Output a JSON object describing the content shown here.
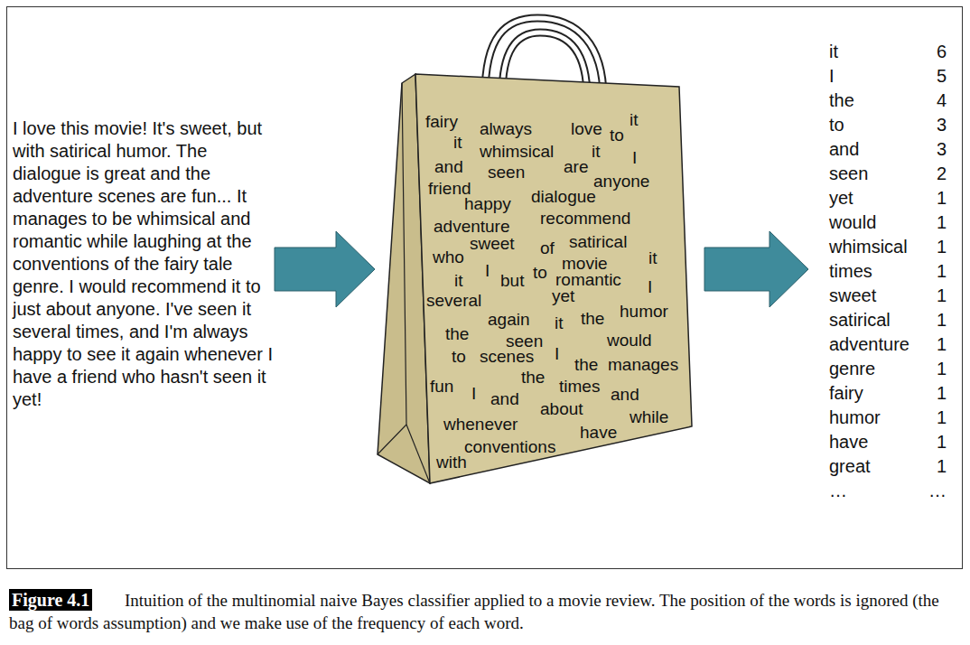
{
  "diagram": {
    "caption": "Intuition of the multinomial naive Bayes classifier applied to a movie review. The position of the words is ignored (the bag of words assumption) and we make use of the frequency of each word.",
    "nodes": [
      {
        "text": [
          "I love this movie! It's sweet, but with satirical humor. The dialogue is great and the adventure scenes are fun... It manages to be whimsical and romantic while laughing at the conventions of the fairy tale genre. I would recommend it to just about anyone. I've seen it several times, and I'm always happy to see it again whenever I have a friend who hasn't seen it yet!"
        ]
      },
      {
        "text": [
          "fairy",
          "always",
          "love",
          "to",
          "it",
          "it",
          "whimsical",
          "it",
          "I",
          "and",
          "seen",
          "are",
          "anyone",
          "friend",
          "happy",
          "dialogue",
          "adventure",
          "recommend",
          "who",
          "sweet",
          "of",
          "satirical",
          "movie",
          "it",
          "it",
          "I",
          "but",
          "to",
          "romantic",
          "I",
          "several",
          "yet",
          "again",
          "it",
          "the",
          "humor",
          "the",
          "seen",
          "would",
          "to",
          "scenes",
          "I",
          "the",
          "manages",
          "the",
          "fun",
          "I",
          "times",
          "and",
          "and",
          "about",
          "whenever",
          "have",
          "while",
          "conventions",
          "with"
        ]
      },
      {
        "text": [
          "it",
          "6",
          "I",
          "5",
          "the",
          "4",
          "to",
          "3",
          "and",
          "3",
          "seen",
          "2",
          "yet",
          "1",
          "would",
          "1",
          "whimsical",
          "1",
          "times",
          "1",
          "sweet",
          "1",
          "satirical",
          "1",
          "adventure",
          "1",
          "genre",
          "1",
          "fairy",
          "1",
          "humor",
          "1",
          "have",
          "1",
          "great",
          "1",
          "…",
          "…"
        ]
      }
    ],
    "edges": [
      {
        "from": 0,
        "to": 1,
        "arrow": "to"
      },
      {
        "from": 1,
        "to": 2,
        "arrow": "to"
      }
    ],
    "labels": [
      "Figure 4.1"
    ]
  }
}
